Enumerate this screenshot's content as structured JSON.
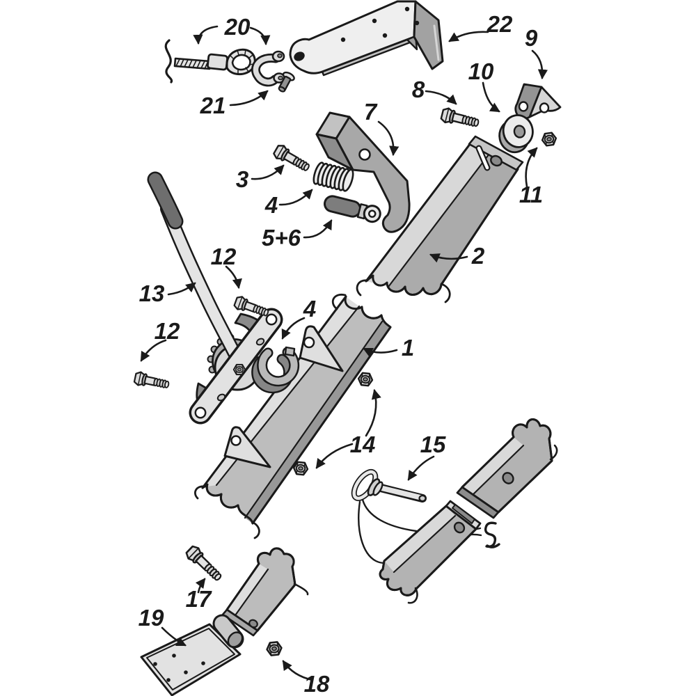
{
  "diagram": {
    "kind": "exploded-parts-diagram",
    "subject": "trailer jack / winch assembly exploded view",
    "background": "#ffffff",
    "line_color": "#1a1a1a",
    "palette": {
      "lightest": "#efefef",
      "light": "#e0e0e0",
      "mid": "#b9b9b9",
      "shade": "#9a9a9a",
      "dark": "#8a8a8a",
      "grip": "#6e6e6e",
      "white": "#ffffff"
    },
    "labels": {
      "n1": "1",
      "n2": "2",
      "n3": "3",
      "n4a": "4",
      "n4b": "4",
      "n56": "5+6",
      "n7": "7",
      "n8": "8",
      "n9": "9",
      "n10": "10",
      "n11": "11",
      "n12a": "12",
      "n12b": "12",
      "n13": "13",
      "n14": "14",
      "n15": "15",
      "n17": "17",
      "n18": "18",
      "n19": "19",
      "n20": "20",
      "n21": "21",
      "n22": "22"
    },
    "callouts": [
      {
        "ref": "1",
        "part": "lower-mast-channel"
      },
      {
        "ref": "2",
        "part": "upper-mast-channel"
      },
      {
        "ref": "3",
        "part": "hex-bolt-short"
      },
      {
        "ref": "4",
        "part": "compression-spring"
      },
      {
        "ref": "4",
        "part": "cable-keeper-hook"
      },
      {
        "ref": "5+6",
        "part": "release-plunger-with-eye"
      },
      {
        "ref": "7",
        "part": "latch-keeper-plate"
      },
      {
        "ref": "8",
        "part": "hex-bolt"
      },
      {
        "ref": "9",
        "part": "pulley-v-bracket"
      },
      {
        "ref": "10",
        "part": "pulley-washer"
      },
      {
        "ref": "11",
        "part": "hex-nut"
      },
      {
        "ref": "12",
        "part": "hex-bolt"
      },
      {
        "ref": "12",
        "part": "hex-bolt"
      },
      {
        "ref": "13",
        "part": "winch-handle-assembly"
      },
      {
        "ref": "14",
        "part": "hex-nut"
      },
      {
        "ref": "14",
        "part": "hex-nut"
      },
      {
        "ref": "15",
        "part": "hitch-pin-with-lanyard-clip"
      },
      {
        "ref": "17",
        "part": "hex-bolt-long"
      },
      {
        "ref": "18",
        "part": "hex-nut"
      },
      {
        "ref": "19",
        "part": "foot-plate"
      },
      {
        "ref": "20",
        "part": "safety-cable-with-thimble-loop"
      },
      {
        "ref": "21",
        "part": "shackle-with-clevis-pin"
      },
      {
        "ref": "22",
        "part": "mounting-bracket"
      }
    ]
  }
}
